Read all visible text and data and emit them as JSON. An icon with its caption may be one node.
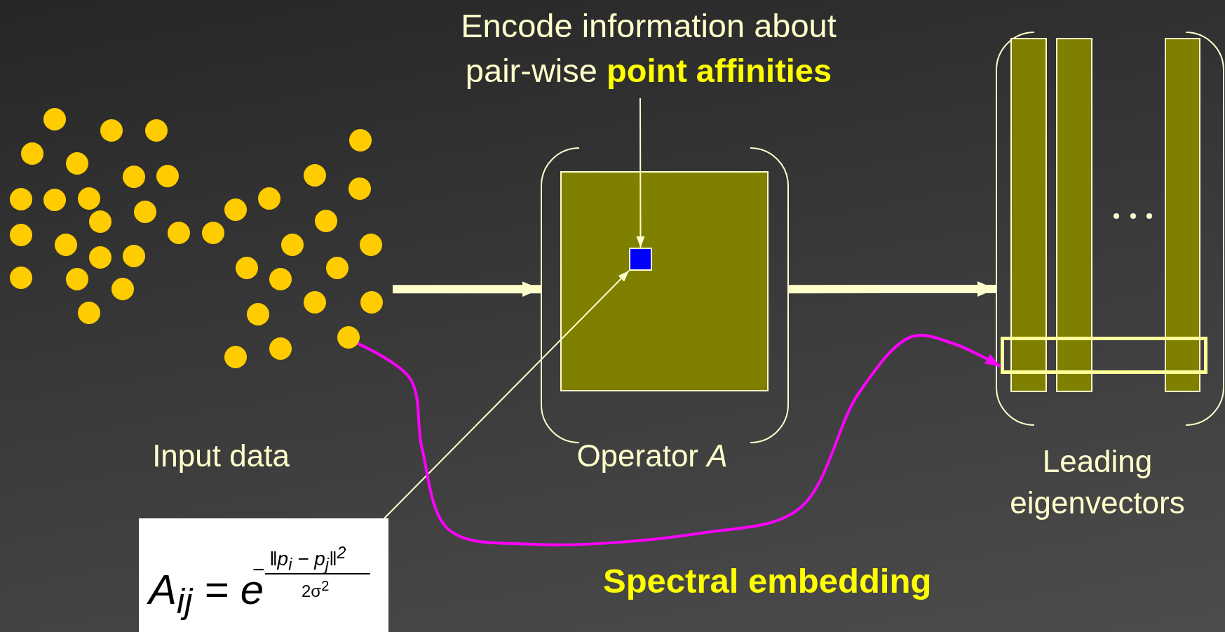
{
  "diagram": {
    "nodes": [
      {
        "text": [
          "Encode information about pair-wise **point affinities**"
        ]
      },
      {
        "text": [],
        "shape": "picture",
        "beside": [
          "Input data"
        ]
      },
      {
        "text": [],
        "shape": "circle",
        "in": 1
      },
      {
        "text": [],
        "shape": "box",
        "beside": [
          "Operator *A*"
        ]
      },
      {
        "text": [],
        "shape": "box",
        "in": 3
      },
      {
        "text": [],
        "shape": "picture",
        "beside": [
          "Leading eigenvectors"
        ]
      },
      {
        "text": [],
        "shape": "box",
        "in": 5
      },
      {
        "text": [
          "A$_{ij}$ = e",
          "−",
          "‖p$_{i}$ − p$_{j}$‖$^{2}$",
          "2σ$^{2}$"
        ]
      }
    ],
    "edges": [
      {
        "from": 0,
        "to": 4,
        "arrow": "to"
      },
      {
        "from": 7,
        "to": 4,
        "arrow": "to"
      },
      {
        "from": 1,
        "to": 3,
        "arrow": "to",
        "style": "thick"
      },
      {
        "from": 3,
        "to": 5,
        "arrow": "to",
        "style": "thick"
      },
      {
        "from": 2,
        "to": 6,
        "arrow": "to",
        "color": "#ff00ff"
      }
    ],
    "labels": [
      "Spectral embedding"
    ]
  }
}
